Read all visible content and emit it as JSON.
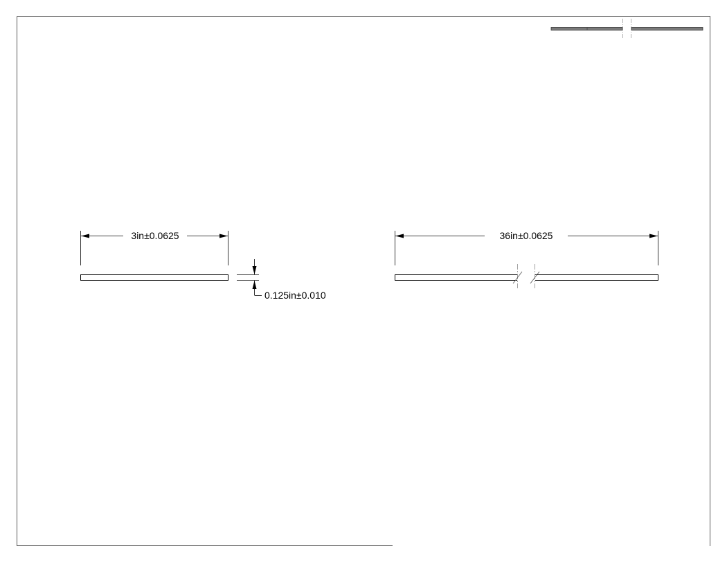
{
  "drawing": {
    "width_dimension": "3in±0.0625",
    "thickness_dimension": "0.125in±0.010",
    "length_dimension": "36in±0.0625"
  },
  "colors": {
    "line": "#000000",
    "border": "#555555",
    "thumbnail_fill": "#7a7a7a",
    "break_line": "#888888"
  }
}
